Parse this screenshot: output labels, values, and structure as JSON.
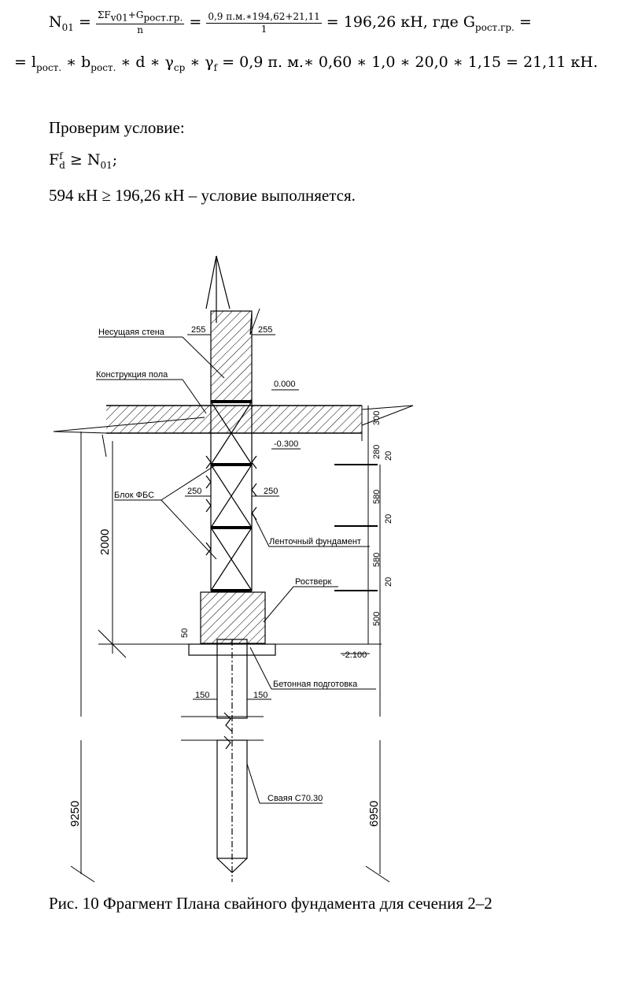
{
  "formula1": {
    "lhs": "N",
    "lhs_sub": "01",
    "eq": "=",
    "f1_num_a": "ΣF",
    "f1_num_a_sub": "v01",
    "f1_num_b": "+G",
    "f1_num_b_sub": "рост.гр.",
    "f1_den": "n",
    "eq2": "=",
    "f2_num": "0,9 п.м.∗194,62+21,11",
    "f2_den": "1",
    "tail": "= 196,26 кН, где G",
    "tail_sub": "рост.гр.",
    "tail_end": " ="
  },
  "formula2": {
    "start": "= l",
    "s1": "рост.",
    "m1": " ∗ b",
    "s2": "рост.",
    "m2": " ∗ d ∗ γ",
    "s3": "cp",
    "m3": " ∗ γ",
    "s4": "f",
    "end": " = 0,9 п. м.∗ 0,60 ∗ 1,0 ∗ 20,0 ∗ 1,15 = 21,11 кН."
  },
  "check_heading": "Проверим условие:",
  "condition": {
    "F": "F",
    "sup": "f",
    "sub": "d",
    "rel": " ≥ N",
    "rel_sub": "01",
    "end": ";"
  },
  "result_line": "594 кН ≥ 196,26 кН – условие выполняется.",
  "drawing": {
    "labels": {
      "wall": "Несущаяя стена",
      "floor": "Конструкция пола",
      "fbs": "Блок ФБС",
      "strip": "Ленточный фундамент",
      "grillage": "Ростверк",
      "concrete": "Бетонная подготовка",
      "pile": "Сваяя С70.30"
    },
    "elevations": {
      "zero": "0.000",
      "m03": "-0.300",
      "m21": "-2.100"
    },
    "dims": {
      "wall_left": "255",
      "wall_right": "255",
      "fbs_left": "250",
      "fbs_right": "250",
      "pile_left": "150",
      "pile_right": "150",
      "d300": "300",
      "d280": "280",
      "d580a": "580",
      "d580b": "580",
      "d500": "500",
      "d20a": "20",
      "d20b": "20",
      "d20c": "20",
      "d50": "50",
      "d2000": "2000",
      "d9250": "9250",
      "d6950": "6950"
    }
  },
  "caption": "Рис. 10 Фрагмент Плана свайного фундамента для сечения 2–2"
}
